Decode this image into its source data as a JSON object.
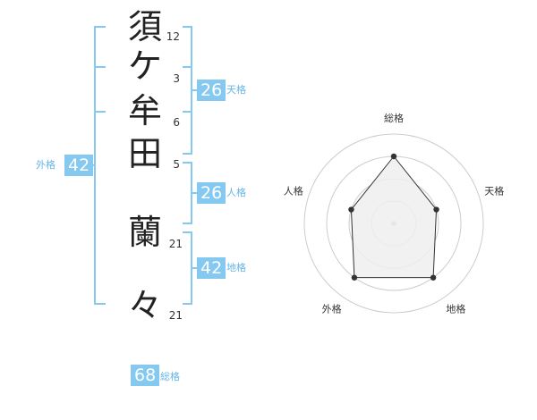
{
  "name_chars": [
    "須",
    "ケ",
    "牟",
    "田",
    "蘭",
    "々"
  ],
  "strokes": [
    "12",
    "3",
    "6",
    "5",
    "21",
    "21"
  ],
  "fortune": {
    "tenkaku": {
      "value": "26",
      "label": "天格"
    },
    "jinkaku": {
      "value": "26",
      "label": "人格"
    },
    "chikaku": {
      "value": "42",
      "label": "地格"
    },
    "gaikaku": {
      "value": "42",
      "label": "外格"
    },
    "soukaku": {
      "value": "68",
      "label": "総格"
    }
  },
  "radar": {
    "axes": [
      "総格",
      "天格",
      "地格",
      "外格",
      "人格"
    ],
    "levels": 4,
    "values": [
      3,
      2,
      3,
      3,
      2
    ],
    "max": 4,
    "grid_color": "#cccccc",
    "line_color": "#333333",
    "fill_color": "#eeeeee"
  },
  "colors": {
    "accent": "#85c9f0",
    "bracket": "#85c9f0",
    "label": "#66b6ea",
    "text": "#222222"
  }
}
